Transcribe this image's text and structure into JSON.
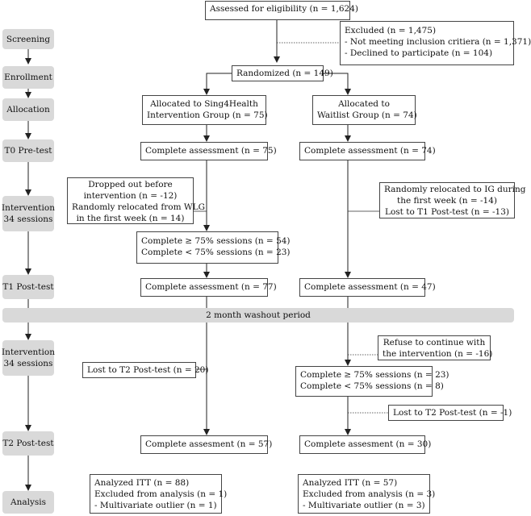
{
  "stages": {
    "screening": [
      "Screening"
    ],
    "enrollment": [
      "Enrollment"
    ],
    "allocation": [
      "Allocation"
    ],
    "t0": [
      "T0 Pre-test"
    ],
    "intervention1": [
      "Intervention",
      "34 sessions"
    ],
    "t1": [
      "T1 Post-test"
    ],
    "intervention2": [
      "Intervention",
      "34 sessions"
    ],
    "t2": [
      "T2 Post-test"
    ],
    "analysis": [
      "Analysis"
    ]
  },
  "washout": "2 month washout period",
  "boxes": {
    "assessed": [
      "Assessed for eligibility (n = 1,624)"
    ],
    "excluded": [
      "Excluded (n = 1,475)",
      "- Not meeting inclusion critiera (n = 1,371)",
      "- Declined to participate (n = 104)"
    ],
    "randomized": [
      "Randomized (n = 149)"
    ],
    "alloc_ig": [
      "Allocated to Sing4Health",
      "Intervention Group (n = 75)"
    ],
    "alloc_wlg": [
      "Allocated to",
      "Waitlist Group (n = 74)"
    ],
    "t0_ig": [
      "Complete assessment (n = 75)"
    ],
    "t0_wlg": [
      "Complete assessment (n = 74)"
    ],
    "dropped_ig": [
      "Dropped out before",
      "intervention (n = -12)",
      "Randomly relocated from WLG",
      "in the first week (n = 14)"
    ],
    "relocated_wlg": [
      "Randomly relocated to IG during",
      "the first week (n = -14)",
      "Lost to T1 Post-test (n = -13)"
    ],
    "sessions_ig": [
      "Complete ≥ 75% sessions (n = 54)",
      "Complete < 75% sessions (n = 23)"
    ],
    "t1_ig": [
      "Complete assessment (n = 77)"
    ],
    "t1_wlg": [
      "Complete assessment (n = 47)"
    ],
    "refuse_wlg": [
      "Refuse to continue with",
      "the intervention (n = -16)"
    ],
    "lost_t2_ig": [
      "Lost to T2 Post-test (n = 20)"
    ],
    "sessions_wlg": [
      "Complete ≥ 75% sessions (n = 23)",
      "Complete < 75% sessions (n = 8)"
    ],
    "lost_t2_wlg": [
      "Lost to T2 Post-test (n = -1)"
    ],
    "t2_ig": [
      "Complete assesment (n = 57)"
    ],
    "t2_wlg": [
      "Complete assesment (n = 30)"
    ],
    "analysis_ig": [
      "Analyzed ITT (n = 88)",
      "Excluded from analysis (n = 1)",
      "- Multivariate outlier (n = 1)"
    ],
    "analysis_wlg": [
      "Analyzed ITT (n = 57)",
      "Excluded from analysis (n = 3)",
      "- Multivariate outlier (n = 3)"
    ]
  },
  "colors": {
    "stage_fill": "#d9d9d9",
    "line": "#222222",
    "border": "#444444"
  }
}
